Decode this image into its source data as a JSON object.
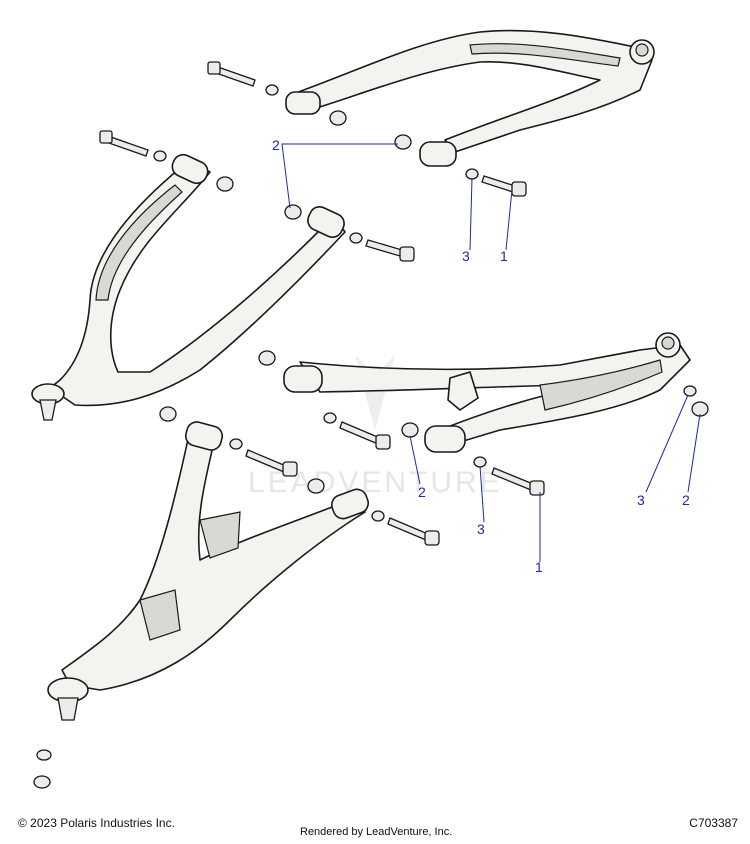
{
  "callouts": {
    "upper_rear": {
      "nut": "2",
      "washer": "3",
      "bolt": "1"
    },
    "lower_rear": {
      "nut": "2",
      "washer": "3",
      "bolt": "1"
    },
    "right": {
      "washer": "3",
      "nut": "2"
    }
  },
  "watermark": "LEADVENTURE",
  "footer": {
    "copyright": "© 2023 Polaris Industries Inc.",
    "rendered_by": "Rendered by LeadVenture, Inc.",
    "diagram_code": "C703387"
  },
  "colors": {
    "callout": "#1d2aa6",
    "part_fill": "#f3f3f0",
    "outline": "#1a1a1a"
  }
}
